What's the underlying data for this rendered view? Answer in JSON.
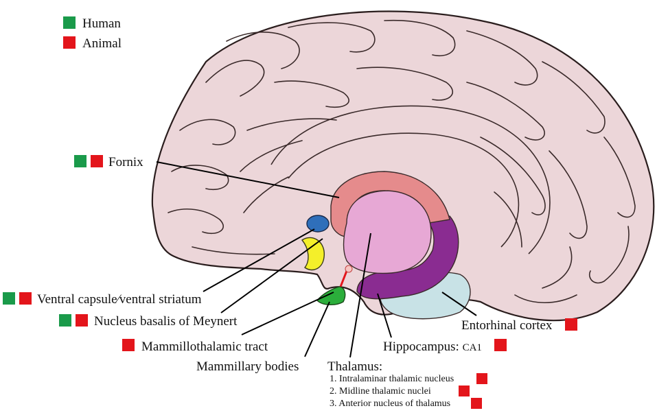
{
  "legend": [
    {
      "label": "Human",
      "color": "#1a9a4a"
    },
    {
      "label": "Animal",
      "color": "#e3151b"
    }
  ],
  "colors": {
    "human": "#1a9a4a",
    "animal": "#e3151b",
    "brain_fill": "#ecd6d9",
    "fornix": "#e58b8c",
    "thalamus": "#e7a8d5",
    "hippocampus": "#8a2c91",
    "entorhinal": "#c8e2e6",
    "ventral_capsule": "#2f6fba",
    "nucleus_basalis": "#f4ef2a",
    "mammillary": "#2bae3b"
  },
  "labels": {
    "fornix": "Fornix",
    "ventral_capsule": "Ventral capsule⁄ventral striatum",
    "nucleus_basalis": "Nucleus basalis of Meynert",
    "mammillothalamic": "Mammillothalamic tract",
    "mammillary": "Mammillary bodies",
    "hippocampus": "Hippocampus: ",
    "hippocampus_region": "CA1",
    "entorhinal": "Entorhinal cortex",
    "thalamus": "Thalamus:",
    "thalamus_nuclei": [
      "1. Intralaminar thalamic nucleus",
      "2. Midline thalamic nuclei",
      "3. Anterior nucleus of thalamus"
    ]
  }
}
